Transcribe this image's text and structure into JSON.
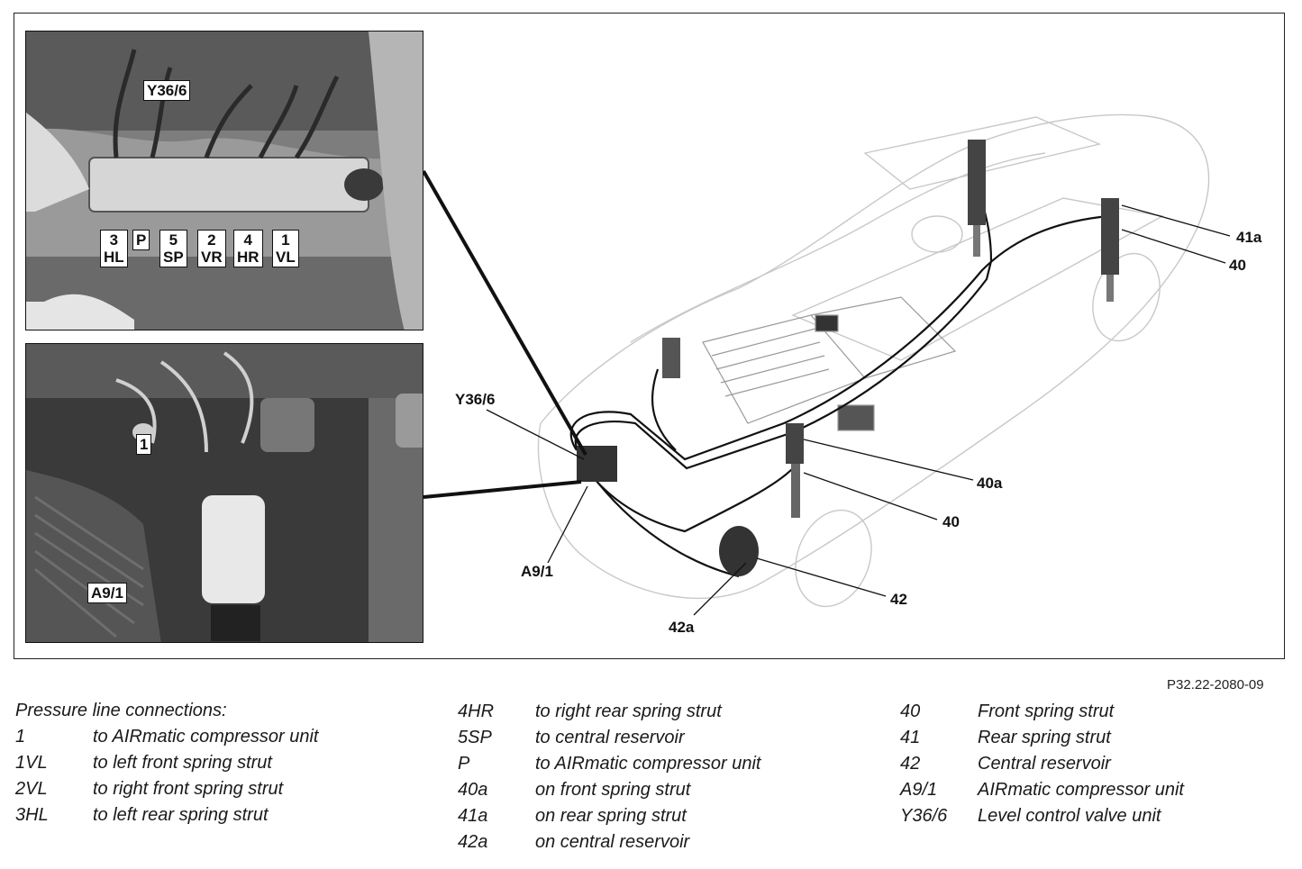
{
  "figure_code": "P32.22-2080-09",
  "photo_valve": {
    "main_label": "Y36/6",
    "ports": [
      {
        "top": "3",
        "bottom": "HL"
      },
      {
        "top": "P",
        "bottom": ""
      },
      {
        "top": "5",
        "bottom": "SP"
      },
      {
        "top": "2",
        "bottom": "VR"
      },
      {
        "top": "4",
        "bottom": "HR"
      },
      {
        "top": "1",
        "bottom": "VL"
      }
    ]
  },
  "photo_compressor": {
    "label_1": "1",
    "label_a91": "A9/1"
  },
  "callouts": {
    "y366": "Y36/6",
    "a91": "A9/1",
    "c41a": "41a",
    "c40_rear": "40",
    "c40a": "40a",
    "c40_front": "40",
    "c42": "42",
    "c42a": "42a"
  },
  "legend": {
    "title": "Pressure line connections:",
    "col1": [
      {
        "key": "1",
        "desc": "to AIRmatic compressor unit"
      },
      {
        "key": "1VL",
        "desc": "to left front spring strut"
      },
      {
        "key": "2VL",
        "desc": "to right front spring strut"
      },
      {
        "key": "3HL",
        "desc": "to left rear spring strut"
      }
    ],
    "col2": [
      {
        "key": "4HR",
        "desc": "to right rear spring strut"
      },
      {
        "key": "5SP",
        "desc": "to central reservoir"
      },
      {
        "key": "P",
        "desc": "to AIRmatic compressor unit"
      },
      {
        "key": "40a",
        "desc": "on front spring strut"
      },
      {
        "key": "41a",
        "desc": "on rear spring strut"
      },
      {
        "key": "42a",
        "desc": "on central reservoir"
      }
    ],
    "col3": [
      {
        "key": "40",
        "desc": "Front spring strut"
      },
      {
        "key": "41",
        "desc": "Rear spring strut"
      },
      {
        "key": "42",
        "desc": "Central reservoir"
      },
      {
        "key": "A9/1",
        "desc": "AIRmatic compressor unit"
      },
      {
        "key": "Y36/6",
        "desc": "Level control valve unit"
      }
    ]
  }
}
